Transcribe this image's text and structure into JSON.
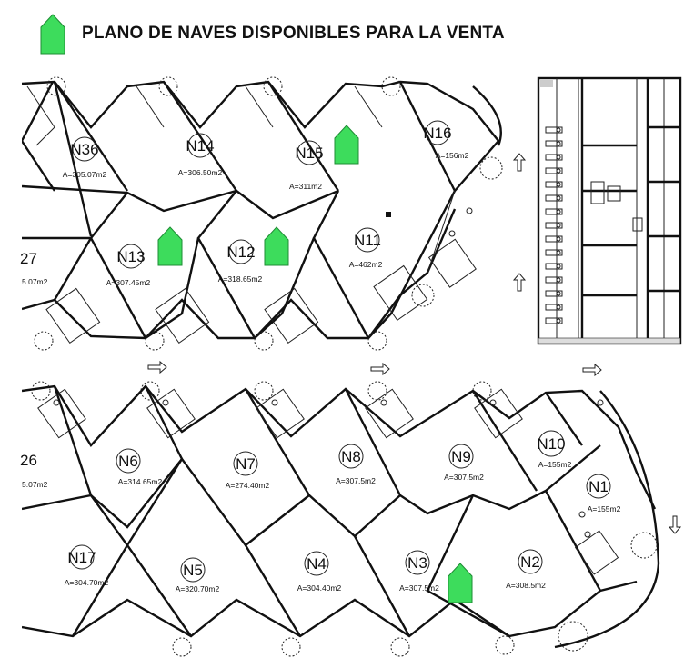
{
  "legend": {
    "title": "PLANO DE NAVES DISPONIBLES PARA LA VENTA",
    "marker_color": "#3ddc5c",
    "marker_icon": "house-pentagon-icon"
  },
  "colors": {
    "available_marker": "#3ddc5c",
    "wall": "#111111",
    "background": "#ffffff"
  },
  "units_top": [
    {
      "id": "N36",
      "area": "A=305.07m2"
    },
    {
      "id": "N14",
      "area": "A=306.50m2"
    },
    {
      "id": "N15",
      "area": "A=311m2",
      "available": true
    },
    {
      "id": "N16",
      "area": "A=156m2"
    },
    {
      "id": "N13",
      "area": "A=307.45m2",
      "available": true
    },
    {
      "id": "N12",
      "area": "A=318.65m2",
      "available": true
    },
    {
      "id": "N11",
      "area": "A=462m2"
    },
    {
      "id": "27",
      "area": "5.07m2"
    }
  ],
  "units_bottom": [
    {
      "id": "N6",
      "area": "A=314.65m2"
    },
    {
      "id": "N7",
      "area": "A=274.40m2"
    },
    {
      "id": "N8",
      "area": "A=307.5m2"
    },
    {
      "id": "N9",
      "area": "A=307.5m2"
    },
    {
      "id": "N10",
      "area": "A=155m2"
    },
    {
      "id": "N1",
      "area": "A=155m2"
    },
    {
      "id": "N17",
      "area": "A=304.70m2"
    },
    {
      "id": "N5",
      "area": "A=320.70m2"
    },
    {
      "id": "N4",
      "area": "A=304.40m2"
    },
    {
      "id": "N3",
      "area": "A=307.5m2",
      "available": true
    },
    {
      "id": "N2",
      "area": "A=308.5m2"
    },
    {
      "id": "26",
      "area": "5.07m2"
    }
  ]
}
